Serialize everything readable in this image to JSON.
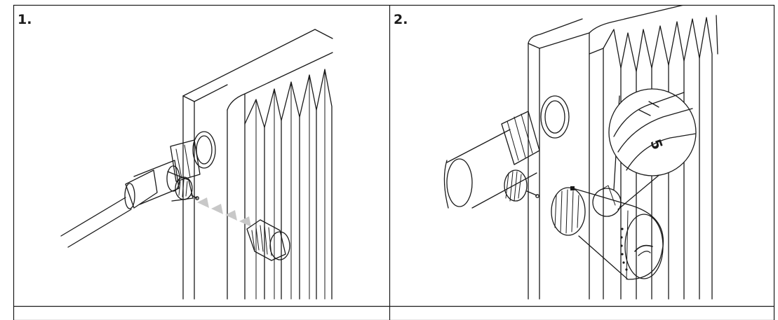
{
  "steps": [
    {
      "number": "1."
    },
    {
      "number": "2."
    }
  ],
  "dial": {
    "setting": "5"
  },
  "colors": {
    "line": "#1a1a1a",
    "background": "#ffffff",
    "arrows": "#c8c8c8"
  }
}
